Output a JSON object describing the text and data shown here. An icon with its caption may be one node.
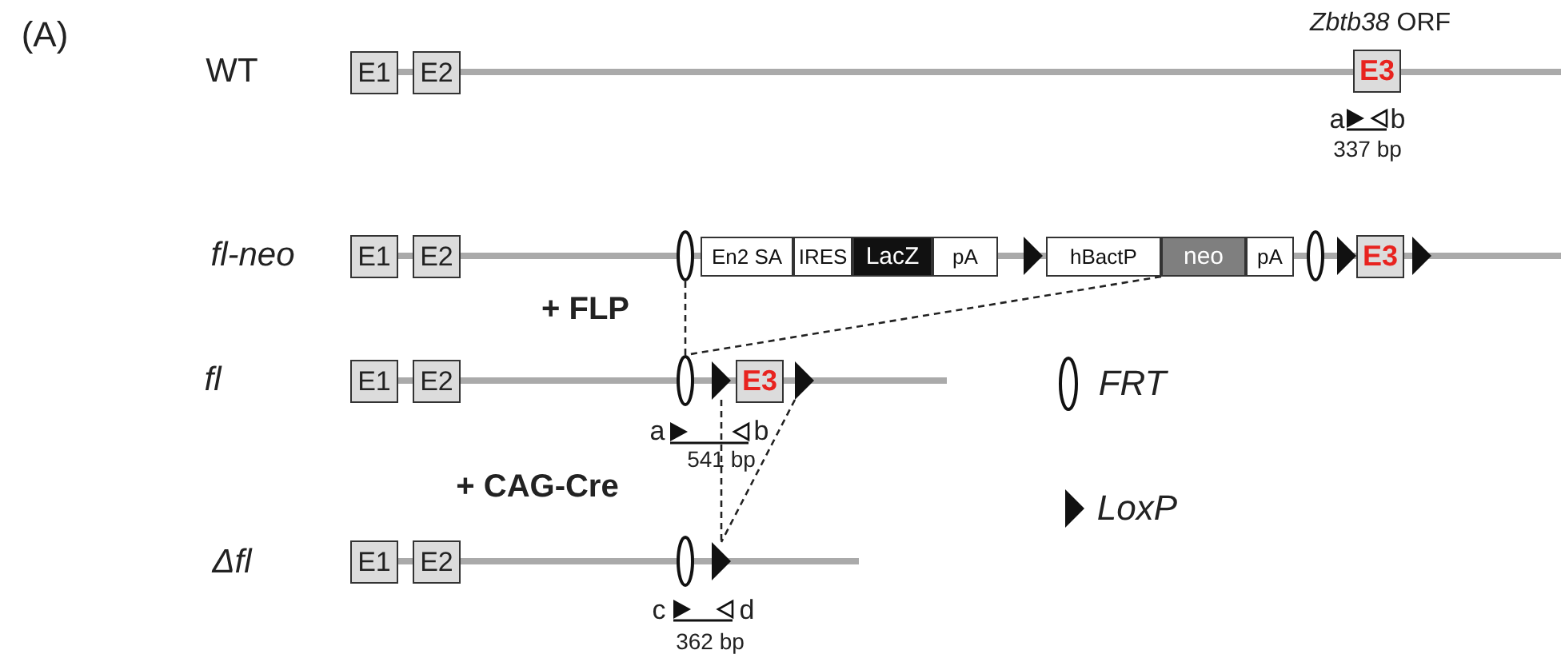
{
  "diagram": {
    "nodes": [
      {
        "text": [
          "E1"
        ]
      },
      {
        "text": [
          "E2"
        ]
      },
      {
        "text": [
          "E3"
        ],
        "beside": [
          "*Zbtb38* ORF"
        ]
      },
      {
        "text": [
          "E1"
        ]
      },
      {
        "text": [
          "E2"
        ]
      },
      {
        "text": [],
        "shape": "ellipse"
      },
      {
        "text": [
          "En2 SA"
        ]
      },
      {
        "text": [
          "IRES"
        ]
      },
      {
        "text": [
          "LacZ"
        ]
      },
      {
        "text": [
          "pA"
        ]
      },
      {
        "text": [],
        "shape": "triangle"
      },
      {
        "text": [
          "hBactP"
        ]
      },
      {
        "text": [
          "neo"
        ]
      },
      {
        "text": [
          "pA"
        ]
      },
      {
        "text": [],
        "shape": "ellipse"
      },
      {
        "text": [],
        "shape": "triangle"
      },
      {
        "text": [
          "E3"
        ]
      },
      {
        "text": [],
        "shape": "triangle"
      },
      {
        "text": [
          "E1"
        ]
      },
      {
        "text": [
          "E2"
        ]
      },
      {
        "text": [],
        "shape": "ellipse"
      },
      {
        "text": [],
        "shape": "triangle"
      },
      {
        "text": [
          "E3"
        ]
      },
      {
        "text": [],
        "shape": "triangle"
      },
      {
        "text": [
          "E1"
        ]
      },
      {
        "text": [
          "E2"
        ]
      },
      {
        "text": [],
        "shape": "ellipse"
      },
      {
        "text": [],
        "shape": "triangle"
      }
    ],
    "edges": [
      {
        "from": 5,
        "to": 20,
        "arrow": "none",
        "style": "dashed"
      },
      {
        "from": 12,
        "to": 20,
        "arrow": "none",
        "style": "dashed"
      },
      {
        "from": 21,
        "to": 27,
        "arrow": "none",
        "style": "dashed"
      },
      {
        "from": 23,
        "to": 27,
        "arrow": "none",
        "style": "dashed"
      }
    ],
    "labels": [
      "(A)",
      "WT",
      "a",
      "b",
      "337 bp",
      "fl-neo",
      "+ FLP",
      "fl",
      "a",
      "b",
      "541 bp",
      "+ CAG-Cre",
      "Δfl",
      "c",
      "d",
      "362 bp"
    ],
    "legend": [
      {
        "text": "FRT"
      },
      {
        "text": "LoxP"
      }
    ]
  }
}
